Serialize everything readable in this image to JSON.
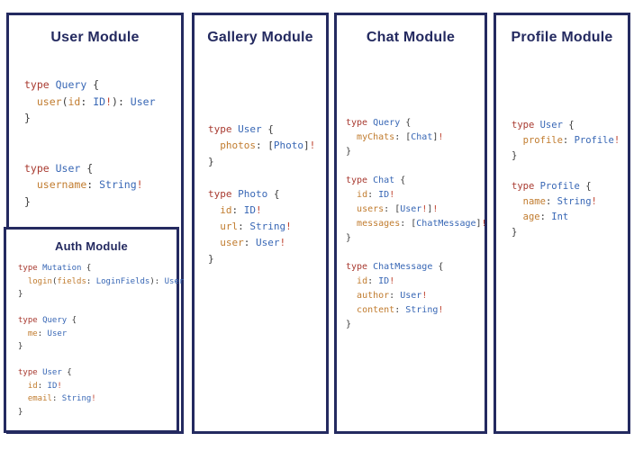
{
  "colors": {
    "navy": "#242a60",
    "kw": "#a83a30",
    "type": "#3867b5",
    "field": "#c17c2f",
    "punct": "#3a3a3a",
    "bang": "#bf4430"
  },
  "modules": {
    "user": {
      "title": "User Module",
      "lines": [
        [
          [
            "k",
            "type "
          ],
          [
            "t",
            "Query "
          ],
          [
            "p",
            "{"
          ]
        ],
        [
          [
            "p",
            "  "
          ],
          [
            "f",
            "user"
          ],
          [
            "p",
            "("
          ],
          [
            "f",
            "id"
          ],
          [
            "p",
            ": "
          ],
          [
            "t",
            "ID"
          ],
          [
            "b",
            "!"
          ],
          [
            "p",
            "): "
          ],
          [
            "t",
            "User"
          ]
        ],
        [
          [
            "p",
            "}"
          ]
        ],
        [],
        [],
        [
          [
            "k",
            "type "
          ],
          [
            "t",
            "User "
          ],
          [
            "p",
            "{"
          ]
        ],
        [
          [
            "p",
            "  "
          ],
          [
            "f",
            "username"
          ],
          [
            "p",
            ": "
          ],
          [
            "t",
            "String"
          ],
          [
            "b",
            "!"
          ]
        ],
        [
          [
            "p",
            "}"
          ]
        ]
      ]
    },
    "auth": {
      "title": "Auth Module",
      "lines": [
        [
          [
            "k",
            "type "
          ],
          [
            "t",
            "Mutation "
          ],
          [
            "p",
            "{"
          ]
        ],
        [
          [
            "p",
            "  "
          ],
          [
            "f",
            "login"
          ],
          [
            "p",
            "("
          ],
          [
            "f",
            "fields"
          ],
          [
            "p",
            ": "
          ],
          [
            "t",
            "LoginFields"
          ],
          [
            "p",
            "): "
          ],
          [
            "t",
            "User"
          ]
        ],
        [
          [
            "p",
            "}"
          ]
        ],
        [],
        [
          [
            "k",
            "type "
          ],
          [
            "t",
            "Query "
          ],
          [
            "p",
            "{"
          ]
        ],
        [
          [
            "p",
            "  "
          ],
          [
            "f",
            "me"
          ],
          [
            "p",
            ": "
          ],
          [
            "t",
            "User"
          ]
        ],
        [
          [
            "p",
            "}"
          ]
        ],
        [],
        [
          [
            "k",
            "type "
          ],
          [
            "t",
            "User "
          ],
          [
            "p",
            "{"
          ]
        ],
        [
          [
            "p",
            "  "
          ],
          [
            "f",
            "id"
          ],
          [
            "p",
            ": "
          ],
          [
            "t",
            "ID"
          ],
          [
            "b",
            "!"
          ]
        ],
        [
          [
            "p",
            "  "
          ],
          [
            "f",
            "email"
          ],
          [
            "p",
            ": "
          ],
          [
            "t",
            "String"
          ],
          [
            "b",
            "!"
          ]
        ],
        [
          [
            "p",
            "}"
          ]
        ]
      ]
    },
    "gallery": {
      "title": "Gallery Module",
      "lines": [
        [
          [
            "k",
            "type "
          ],
          [
            "t",
            "User "
          ],
          [
            "p",
            "{"
          ]
        ],
        [
          [
            "p",
            "  "
          ],
          [
            "f",
            "photos"
          ],
          [
            "p",
            ": ["
          ],
          [
            "t",
            "Photo"
          ],
          [
            "p",
            "]"
          ],
          [
            "b",
            "!"
          ]
        ],
        [
          [
            "p",
            "}"
          ]
        ],
        [],
        [
          [
            "k",
            "type "
          ],
          [
            "t",
            "Photo "
          ],
          [
            "p",
            "{"
          ]
        ],
        [
          [
            "p",
            "  "
          ],
          [
            "f",
            "id"
          ],
          [
            "p",
            ": "
          ],
          [
            "t",
            "ID"
          ],
          [
            "b",
            "!"
          ]
        ],
        [
          [
            "p",
            "  "
          ],
          [
            "f",
            "url"
          ],
          [
            "p",
            ": "
          ],
          [
            "t",
            "String"
          ],
          [
            "b",
            "!"
          ]
        ],
        [
          [
            "p",
            "  "
          ],
          [
            "f",
            "user"
          ],
          [
            "p",
            ": "
          ],
          [
            "t",
            "User"
          ],
          [
            "b",
            "!"
          ]
        ],
        [
          [
            "p",
            "}"
          ]
        ]
      ]
    },
    "chat": {
      "title": "Chat Module",
      "lines": [
        [
          [
            "k",
            "type "
          ],
          [
            "t",
            "Query "
          ],
          [
            "p",
            "{"
          ]
        ],
        [
          [
            "p",
            "  "
          ],
          [
            "f",
            "myChats"
          ],
          [
            "p",
            ": ["
          ],
          [
            "t",
            "Chat"
          ],
          [
            "p",
            "]"
          ],
          [
            "b",
            "!"
          ]
        ],
        [
          [
            "p",
            "}"
          ]
        ],
        [],
        [
          [
            "k",
            "type "
          ],
          [
            "t",
            "Chat "
          ],
          [
            "p",
            "{"
          ]
        ],
        [
          [
            "p",
            "  "
          ],
          [
            "f",
            "id"
          ],
          [
            "p",
            ": "
          ],
          [
            "t",
            "ID"
          ],
          [
            "b",
            "!"
          ]
        ],
        [
          [
            "p",
            "  "
          ],
          [
            "f",
            "users"
          ],
          [
            "p",
            ": ["
          ],
          [
            "t",
            "User"
          ],
          [
            "b",
            "!"
          ],
          [
            "p",
            "]"
          ],
          [
            "b",
            "!"
          ]
        ],
        [
          [
            "p",
            "  "
          ],
          [
            "f",
            "messages"
          ],
          [
            "p",
            ": ["
          ],
          [
            "t",
            "ChatMessage"
          ],
          [
            "p",
            "]"
          ],
          [
            "b",
            "!"
          ]
        ],
        [
          [
            "p",
            "}"
          ]
        ],
        [],
        [
          [
            "k",
            "type "
          ],
          [
            "t",
            "ChatMessage "
          ],
          [
            "p",
            "{"
          ]
        ],
        [
          [
            "p",
            "  "
          ],
          [
            "f",
            "id"
          ],
          [
            "p",
            ": "
          ],
          [
            "t",
            "ID"
          ],
          [
            "b",
            "!"
          ]
        ],
        [
          [
            "p",
            "  "
          ],
          [
            "f",
            "author"
          ],
          [
            "p",
            ": "
          ],
          [
            "t",
            "User"
          ],
          [
            "b",
            "!"
          ]
        ],
        [
          [
            "p",
            "  "
          ],
          [
            "f",
            "content"
          ],
          [
            "p",
            ": "
          ],
          [
            "t",
            "String"
          ],
          [
            "b",
            "!"
          ]
        ],
        [
          [
            "p",
            "}"
          ]
        ]
      ]
    },
    "profile": {
      "title": "Profile Module",
      "lines": [
        [
          [
            "k",
            "type "
          ],
          [
            "t",
            "User "
          ],
          [
            "p",
            "{"
          ]
        ],
        [
          [
            "p",
            "  "
          ],
          [
            "f",
            "profile"
          ],
          [
            "p",
            ": "
          ],
          [
            "t",
            "Profile"
          ],
          [
            "b",
            "!"
          ]
        ],
        [
          [
            "p",
            "}"
          ]
        ],
        [],
        [
          [
            "k",
            "type "
          ],
          [
            "t",
            "Profile "
          ],
          [
            "p",
            "{"
          ]
        ],
        [
          [
            "p",
            "  "
          ],
          [
            "f",
            "name"
          ],
          [
            "p",
            ": "
          ],
          [
            "t",
            "String"
          ],
          [
            "b",
            "!"
          ]
        ],
        [
          [
            "p",
            "  "
          ],
          [
            "f",
            "age"
          ],
          [
            "p",
            ": "
          ],
          [
            "t",
            "Int"
          ]
        ],
        [
          [
            "p",
            "}"
          ]
        ]
      ]
    }
  }
}
